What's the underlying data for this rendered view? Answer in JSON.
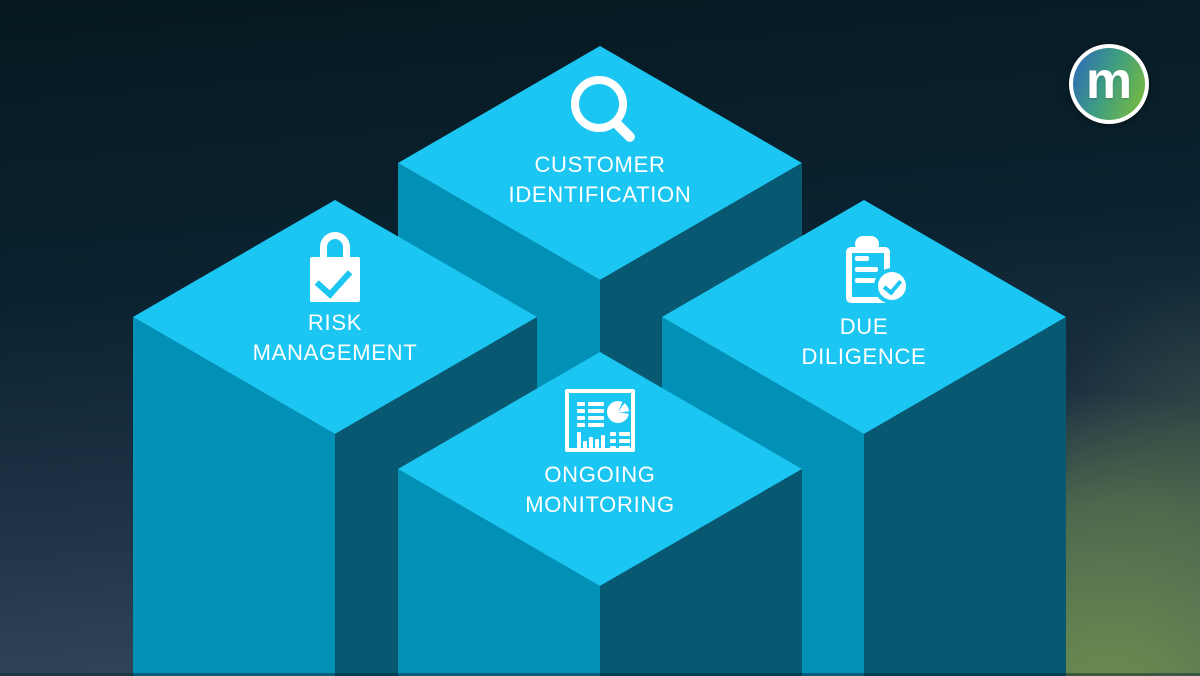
{
  "colors": {
    "cube_top": "#1cc6f2",
    "cube_left": "#0291b6",
    "cube_right": "#075870",
    "bg_top": "#05181f",
    "bg_bottom": "#3a5062",
    "logo_blue": "#2e6db6",
    "logo_green": "#74b843",
    "icon_white": "#ffffff",
    "label_text": "#ffffff",
    "glow_green": "#70924c"
  },
  "pillars": {
    "customer": {
      "line1": "CUSTOMER",
      "line2": "IDENTIFICATION",
      "icon": "search-icon"
    },
    "risk": {
      "line1": "RISK",
      "line2": "MANAGEMENT",
      "icon": "lock-check-icon"
    },
    "due": {
      "line1": "DUE",
      "line2": "DILIGENCE",
      "icon": "clipboard-check-icon"
    },
    "ongoing": {
      "line1": "ONGOING",
      "line2": "MONITORING",
      "icon": "dashboard-chart-icon"
    }
  },
  "logo": {
    "letter": "m"
  }
}
